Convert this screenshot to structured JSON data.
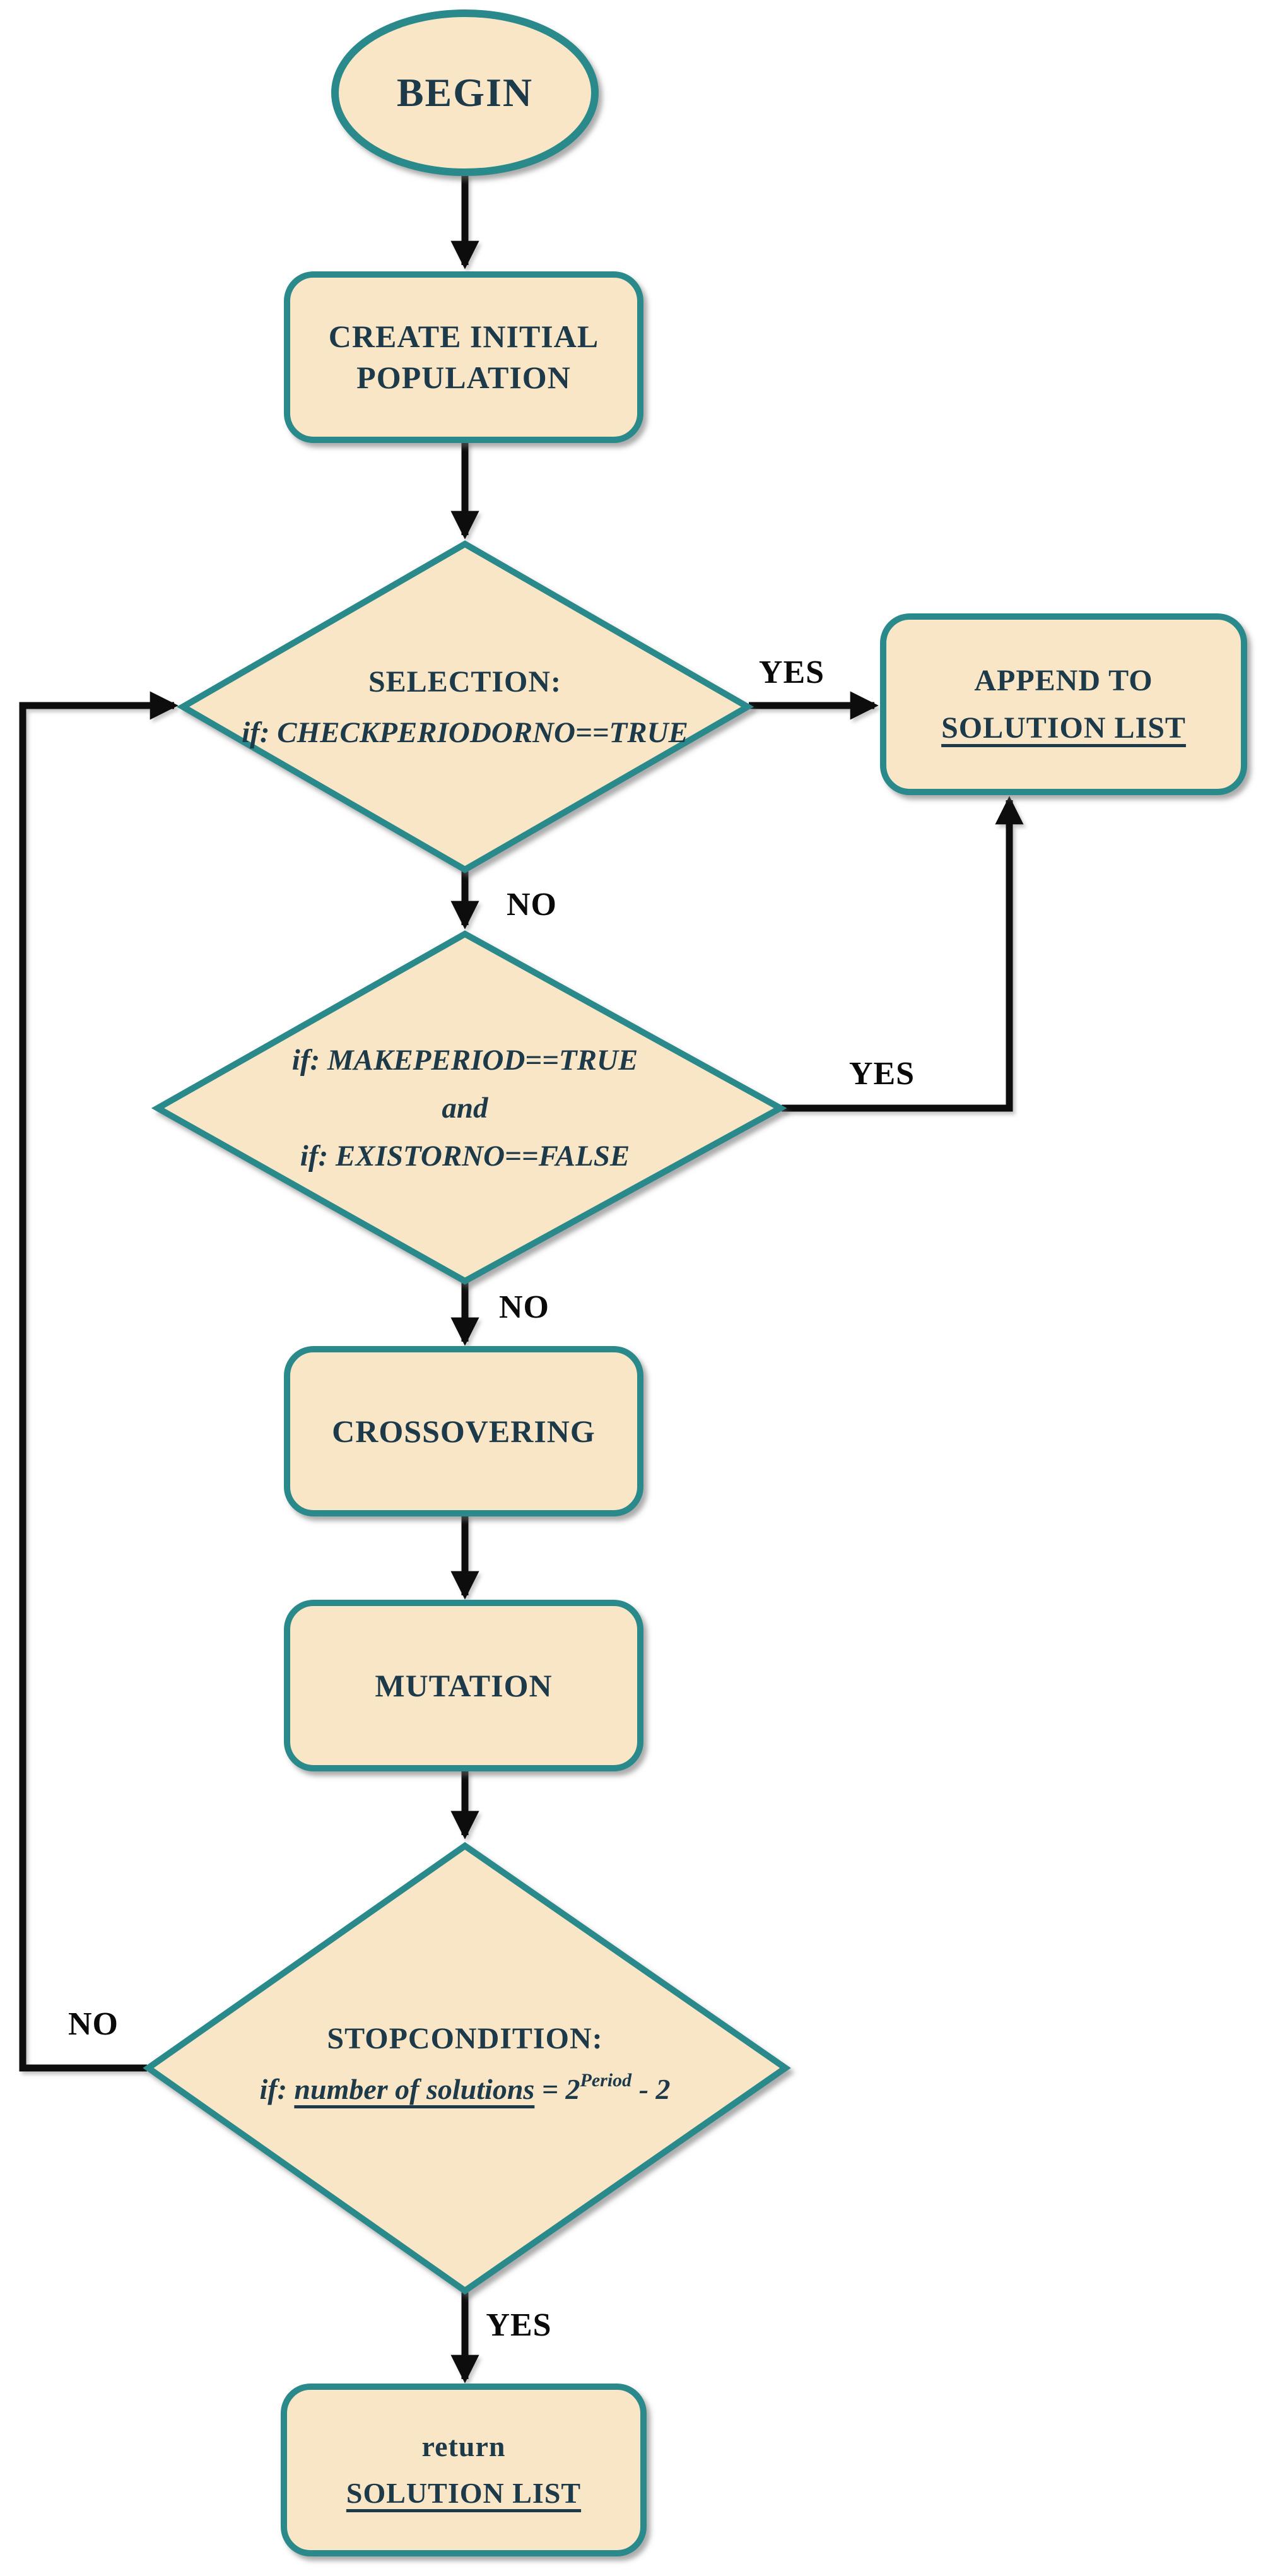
{
  "diagram": {
    "type": "flowchart",
    "nodes": {
      "begin": {
        "label": "BEGIN"
      },
      "create_population": {
        "line1": "CREATE INITIAL",
        "line2": "POPULATION"
      },
      "selection": {
        "title": "SELECTION:",
        "condition": "if: CHECKPERIODORNO==TRUE"
      },
      "append_solution": {
        "line1": "APPEND TO",
        "line2": "SOLUTION LIST"
      },
      "period_check": {
        "line1": "if: MAKEPERIOD==TRUE",
        "line2": "and",
        "line3": "if: EXISTORNO==FALSE"
      },
      "crossovering": {
        "label": "CROSSOVERING"
      },
      "mutation": {
        "label": "MUTATION"
      },
      "stopcondition": {
        "title": "STOPCONDITION:",
        "cond": {
          "prefix": "if: ",
          "underlined": "number of solutions",
          "equals": " = 2",
          "exponent": "Period",
          "suffix": " - 2"
        }
      },
      "return_solution": {
        "line1": "return",
        "line2": "SOLUTION LIST"
      }
    },
    "edge_labels": {
      "selection_yes": "YES",
      "selection_no": "NO",
      "period_yes": "YES",
      "period_no": "NO",
      "stop_no": "NO",
      "stop_yes": "YES"
    },
    "colors": {
      "node_fill": "#f9e6c6",
      "node_border": "#2b8a8b",
      "node_text": "#1d3a4a",
      "edge_label_text": "#0a0a0a",
      "arrow": "#0d0d0d",
      "background": "#ffffff"
    }
  }
}
